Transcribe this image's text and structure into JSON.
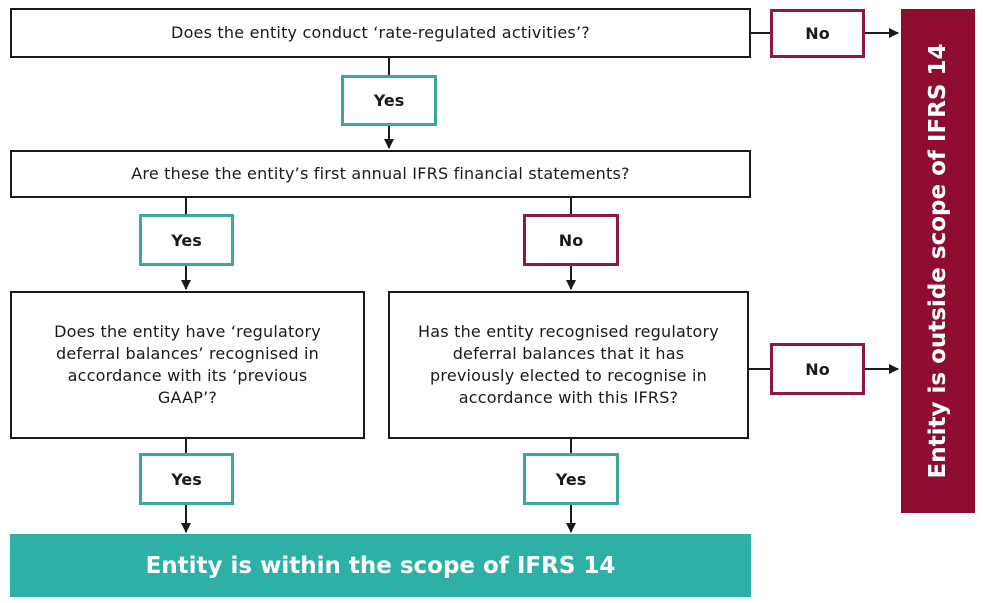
{
  "diagram": {
    "q1": "Does the entity conduct ‘rate-regulated activities’?",
    "q2": "Are these the entity’s first annual IFRS financial statements?",
    "q3": "Does the entity have ‘regulatory deferral balances’ recognised in accordance with its ‘previous GAAP’?",
    "q4": "Has the entity recognised regulatory deferral balances that it has previously elected to recognise in accordance with this IFRS?",
    "yes_label": "Yes",
    "no_label": "No",
    "within_scope": "Entity is within the scope of IFRS 14",
    "outside_scope": "Entity is outside scope of IFRS 14"
  },
  "colors": {
    "yes_border": "#3aa99c",
    "no_border": "#8e1b3c",
    "within_fill": "#2fb0a6",
    "outside_fill": "#8e0d2e"
  }
}
